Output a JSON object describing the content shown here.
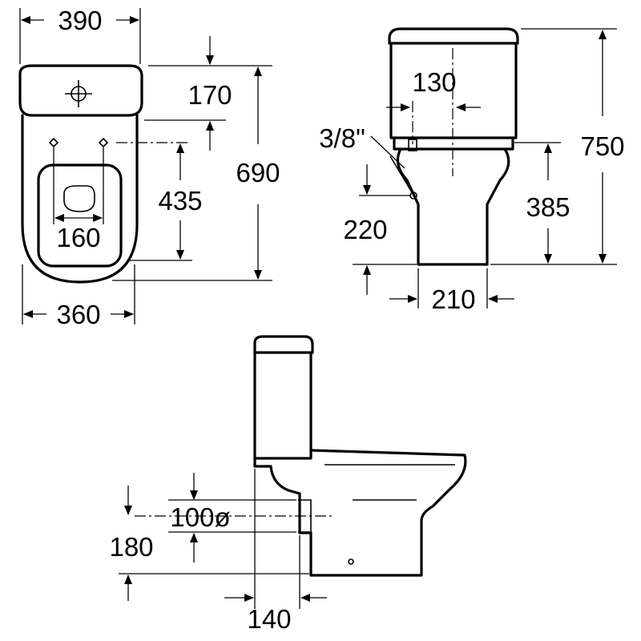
{
  "dimensions": {
    "top_width": "390",
    "tank_offset": "170",
    "overall_length": "690",
    "fixing_distance": "435",
    "fixing_spacing": "160",
    "bottom_width": "360",
    "inlet_offset": "130",
    "inlet_thread": "3/8\"",
    "overall_height": "750",
    "seat_height": "385",
    "inlet_height": "220",
    "base_width": "210",
    "outlet_diameter": "100ø",
    "outlet_height": "180",
    "outlet_setback": "140"
  },
  "colors": {
    "line": "#000000",
    "background": "#ffffff"
  }
}
